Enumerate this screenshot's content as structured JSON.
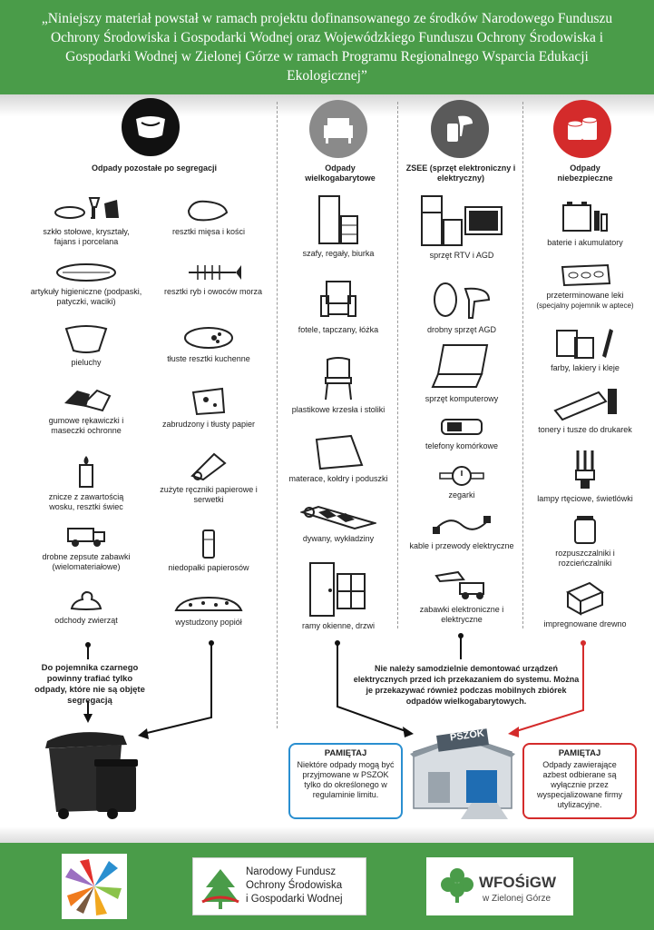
{
  "header": {
    "text": "„Niniejszy materiał powstał w ramach projektu dofinansowanego ze środków Narodowego Funduszu Ochrony Środowiska i Gospodarki Wodnej oraz Wojewódzkiego Funduszu Ochrony Środowiska i Gospodarki Wodnej w Zielonej Górze w ramach Programu Regionalnego Wsparcia Edukacji Ekologicznej”"
  },
  "categories": {
    "residual": {
      "title": "Odpady pozostałe po segregacji",
      "left": [
        "szkło stołowe, kryształy, fajans i porcelana",
        "artykuły higieniczne (podpaski, patyczki, waciki)",
        "pieluchy",
        "gumowe rękawiczki i maseczki ochronne",
        "znicze z zawartością wosku, resztki świec",
        "drobne zepsute zabawki (wielomateriałowe)",
        "odchody zwierząt"
      ],
      "right": [
        "resztki mięsa i kości",
        "resztki ryb i owoców morza",
        "tłuste resztki kuchenne",
        "zabrudzony i tłusty papier",
        "zużyte ręczniki papierowe i serwetki",
        "niedopałki papierosów",
        "wystudzony popiół"
      ]
    },
    "bulky": {
      "title": "Odpady wielkogabarytowe",
      "items": [
        "szafy, regały, biurka",
        "fotele, tapczany, łóżka",
        "plastikowe krzesła i stoliki",
        "materace, kołdry i poduszki",
        "dywany, wykładziny",
        "ramy okienne, drzwi"
      ]
    },
    "weee": {
      "title": "ZSEE (sprzęt elektroniczny i elektryczny)",
      "items": [
        "sprzęt RTV i AGD",
        "drobny sprzęt AGD",
        "sprzęt komputerowy",
        "telefony komórkowe",
        "zegarki",
        "kable i przewody elektryczne",
        "zabawki elektroniczne i elektryczne"
      ]
    },
    "hazardous": {
      "title": "Odpady niebezpieczne",
      "items": [
        "baterie i akumulatory",
        "przeterminowane leki",
        "farby, lakiery i kleje",
        "tonery i tusze do drukarek",
        "lampy rtęciowe, świetlówki",
        "rozpuszczalniki i rozcieńczalniki",
        "impregnowane drewno"
      ],
      "leki_note": "(specjalny pojemnik w aptece)"
    }
  },
  "notes": {
    "bin": "Do pojemnika czarnego powinny trafiać tylko odpady, które nie są objęte segregacją",
    "electronics": "Nie należy samodzielnie demontować urządzeń elektrycznych przed ich przekazaniem do systemu. Można je przekazywać również podczas mobilnych zbiórek odpadów wielkogabarytowych."
  },
  "boxes": {
    "left_title": "PAMIĘTAJ",
    "left_text": "Niektóre odpady mogą być przyjmowane w PSZOK tylko do określonego w regulaminie limitu.",
    "right_title": "PAMIĘTAJ",
    "right_text": "Odpady zawierające azbest odbierane są wyłącznie przez wyspecjalizowane firmy utylizacyjne."
  },
  "pszok_sign": "PSZOK",
  "logos": {
    "nfosigw": [
      "Narodowy Fundusz",
      "Ochrony Środowiska",
      "i Gospodarki Wodnej"
    ],
    "wfosigw": "WFOŚiGW",
    "wfosigw_sub": "w Zielonej Górze"
  },
  "colors": {
    "green": "#4a9c49",
    "red": "#d42b2b",
    "blue": "#2a8fd0",
    "dark": "#1a1a1a"
  }
}
